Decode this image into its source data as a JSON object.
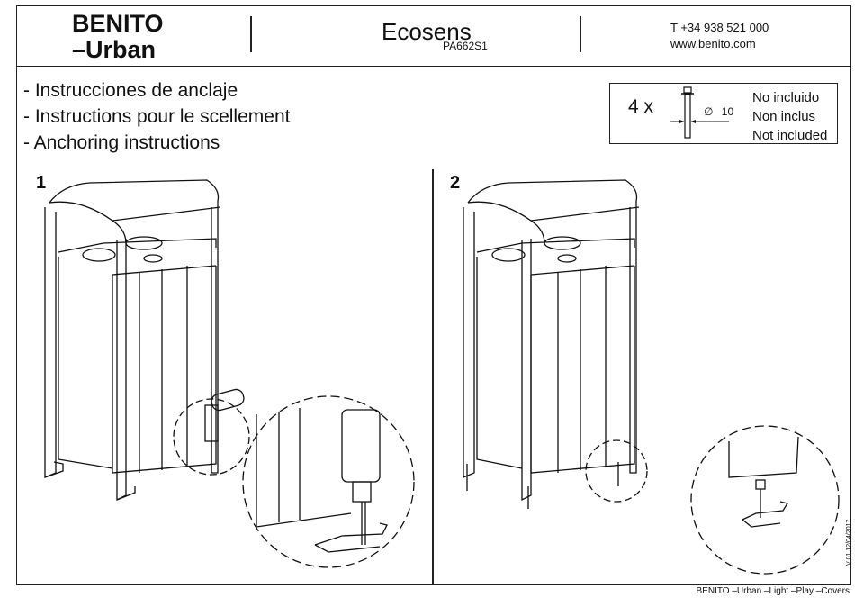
{
  "header": {
    "brand_line1": "BENITO",
    "brand_line2": "–Urban",
    "product_name": "Ecosens",
    "product_code": "PA662S1",
    "phone": "T +34 938 521 000",
    "website": "www.benito.com"
  },
  "instructions": [
    "- Instrucciones de anclaje",
    "- Instructions pour le scellement",
    "- Anchoring instructions"
  ],
  "note": {
    "quantity": "4 x",
    "diameter_symbol": "∅",
    "diameter": "10",
    "lines": [
      "No incluido",
      "Non inclus",
      "Not included"
    ]
  },
  "steps": [
    "1",
    "2"
  ],
  "footer": "BENITO –Urban –Light –Play –Covers",
  "version": "V 01 12/04/2017"
}
